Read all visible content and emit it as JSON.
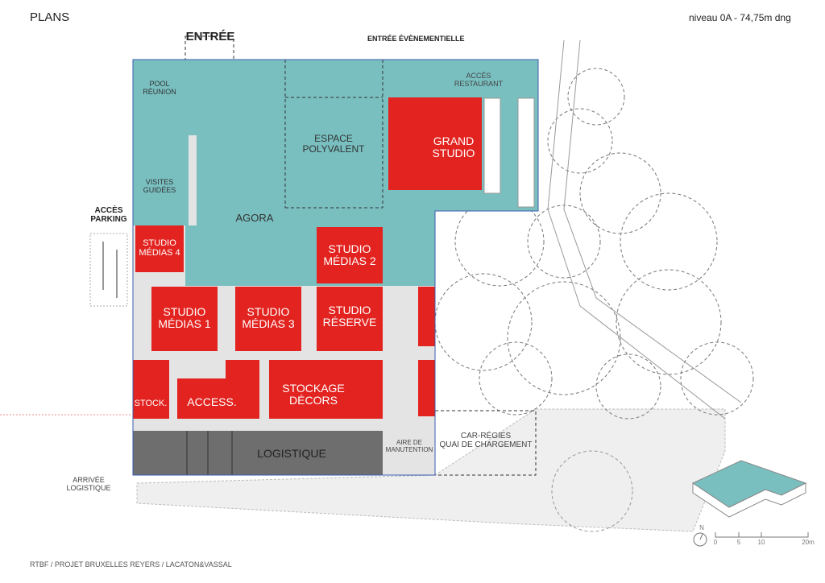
{
  "header": {
    "title": "PLANS",
    "level": "niveau 0A - 74,75m dng"
  },
  "footer": {
    "credit": "RTBF / PROJET BRUXELLES REYERS / LACATON&VASSAL"
  },
  "labels": {
    "entree": "ENTRÉE",
    "entree_evenementielle": "ENTRÉE ÉVÈNEMENTIELLE",
    "acces_restaurant": [
      "ACCÈS",
      "RESTAURANT"
    ],
    "pool_reunion": [
      "POOL",
      "RÉUNION"
    ],
    "espace_polyvalent": [
      "ESPACE",
      "POLYVALENT"
    ],
    "grand_studio": [
      "GRAND",
      "STUDIO"
    ],
    "visites_guidees": [
      "VISITES",
      "GUIDÉES"
    ],
    "acces_parking": [
      "ACCÈS",
      "PARKING"
    ],
    "agora": "AGORA",
    "studio_medias_4": [
      "STUDIO",
      "MÉDIAS 4"
    ],
    "studio_medias_2": [
      "STUDIO",
      "MÉDIAS 2"
    ],
    "studio_medias_1": [
      "STUDIO",
      "MÉDIAS 1"
    ],
    "studio_medias_3": [
      "STUDIO",
      "MÉDIAS 3"
    ],
    "studio_reserve": [
      "STUDIO",
      "RÉSERVE"
    ],
    "stock": "STOCK.",
    "access": "ACCESS.",
    "stockage_decors": [
      "STOCKAGE",
      "DÉCORS"
    ],
    "logistique": "LOGISTIQUE",
    "aire_manutention": [
      "AIRE DE",
      "MANUTENTION"
    ],
    "car_regies": [
      "CAR-RÉGIES",
      "QUAI DE CHARGEMENT"
    ],
    "arrivee_logistique": [
      "ARRIVÉE",
      "LOGISTIQUE"
    ]
  },
  "scale": {
    "north": "N",
    "ticks": [
      "0",
      "5",
      "10",
      "20m"
    ]
  },
  "colors": {
    "teal": "#79bfc0",
    "red": "#e2231f",
    "dark_grey": "#6e6e6e",
    "light_grey": "#e4e4e4"
  }
}
